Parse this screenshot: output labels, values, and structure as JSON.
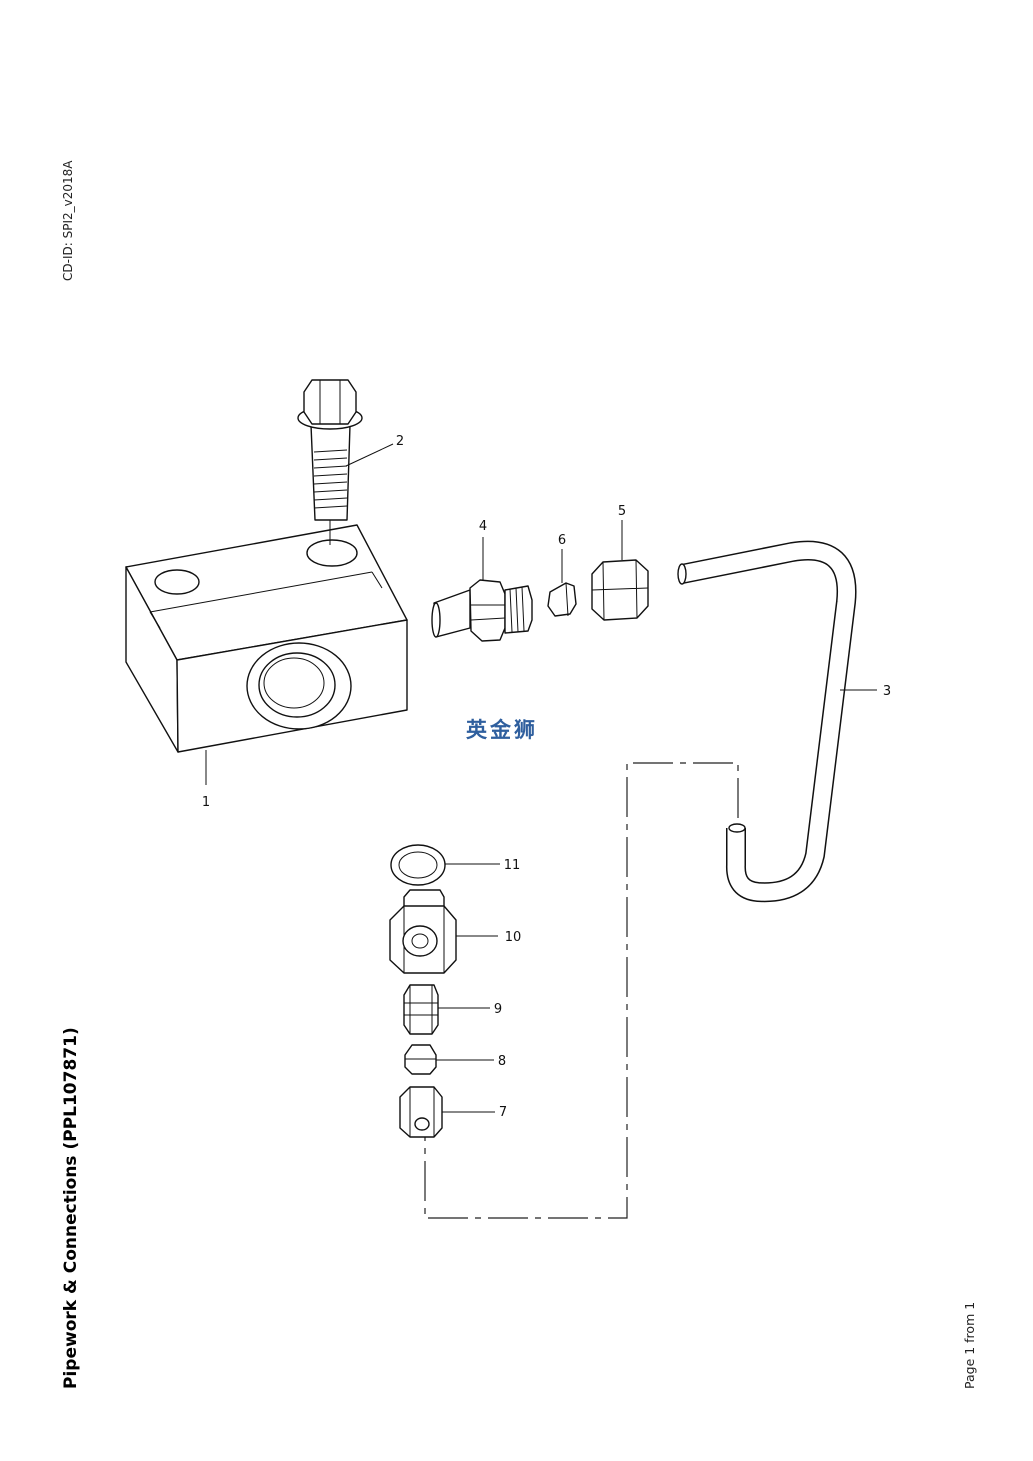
{
  "header": {
    "doc_id": "CD-ID: SPI2_v2018A"
  },
  "title": {
    "text": "Pipework & Connections (PPL107871)"
  },
  "footer": {
    "page": "Page 1 from 1"
  },
  "watermark": {
    "text": "英金狮",
    "color": "#2f5f9e"
  },
  "callouts": [
    "1",
    "2",
    "3",
    "4",
    "5",
    "6",
    "7",
    "8",
    "9",
    "10",
    "11"
  ]
}
